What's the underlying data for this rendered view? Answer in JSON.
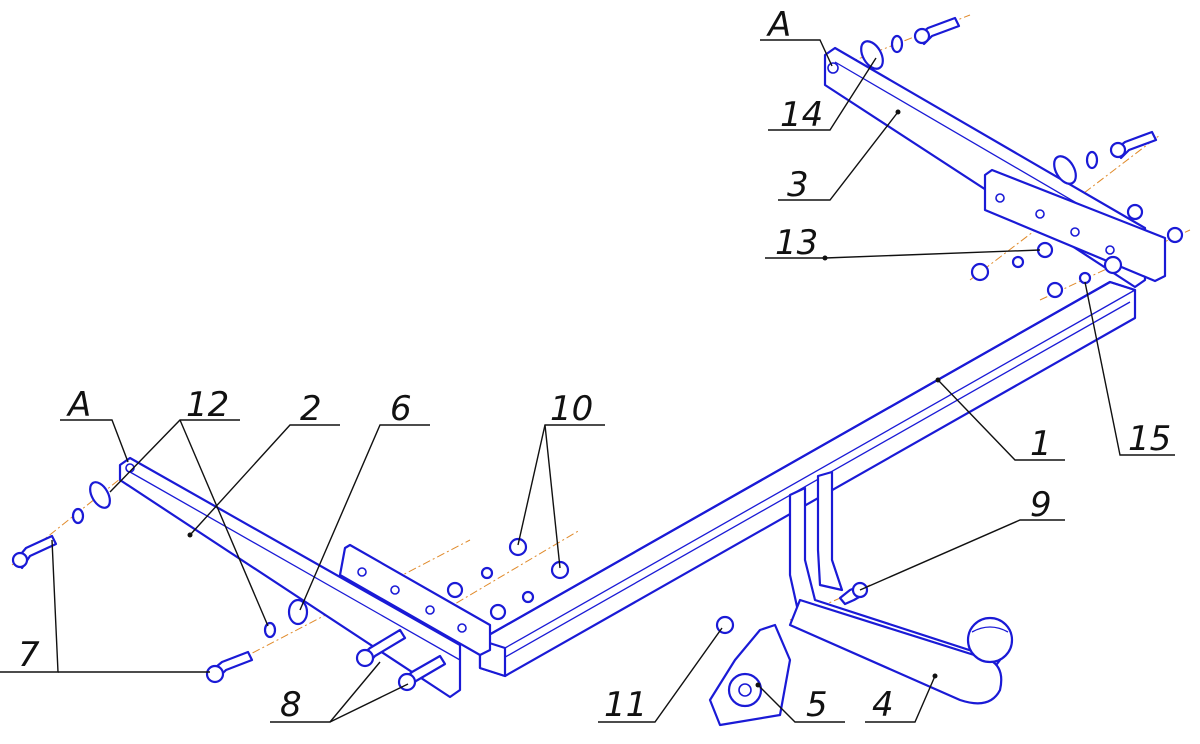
{
  "diagram": {
    "colors": {
      "part_lines": "#1a1ad6",
      "axis_lines": "#e08a2a",
      "leaders": "#111111",
      "background": "#ffffff"
    },
    "callouts": {
      "a_top": "A",
      "a_left": "A",
      "c1": "1",
      "c2": "2",
      "c3": "3",
      "c4": "4",
      "c5": "5",
      "c6": "6",
      "c7": "7",
      "c8": "8",
      "c9": "9",
      "c10": "10",
      "c11": "11",
      "c12": "12",
      "c13": "13",
      "c14": "14",
      "c15": "15"
    }
  }
}
